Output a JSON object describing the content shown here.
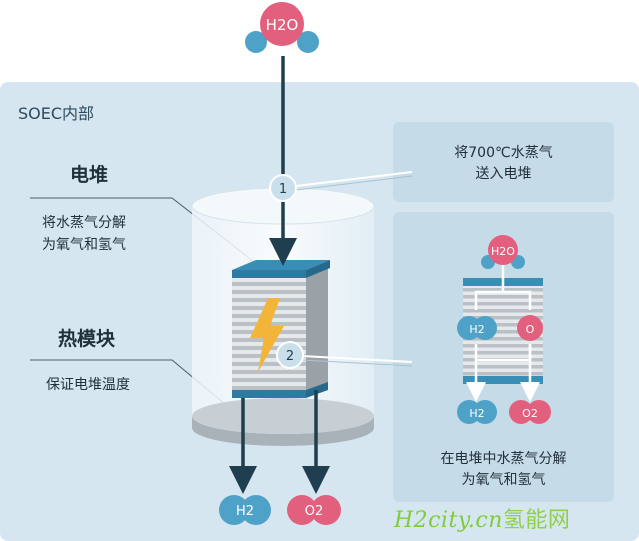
{
  "panel_title": "SOEC内部",
  "stack_section": {
    "title": "电堆",
    "desc_lines": [
      "将水蒸气分解",
      "为氧气和氢气"
    ]
  },
  "heat_section": {
    "title": "热模块",
    "desc": "保证电堆温度"
  },
  "callout_1": {
    "number": "1",
    "lines": [
      "将700℃水蒸气",
      "送入电堆"
    ]
  },
  "callout_2": {
    "number": "2",
    "lines": [
      "在电堆中水蒸气分解",
      "为氧气和氢气"
    ],
    "detail": {
      "input": "H2O",
      "split_left": "H2",
      "split_right": "O",
      "out_left": "H2",
      "out_right": "O2"
    }
  },
  "input_molecule": "H2O",
  "output_molecules": {
    "left": "H2",
    "right": "O2"
  },
  "watermark": {
    "latin": "H2city.cn",
    "cn": "氢能网"
  },
  "colors": {
    "panel_bg": "#d6e6f0",
    "arrow": "#1f3f4f",
    "molecule_red": "#e2607e",
    "molecule_blue": "#4fa2c7",
    "stack_top": "#3a8db5",
    "lightning": "#f2b53a",
    "watermark": "#7fcc3a"
  },
  "icons": [
    "lightning-icon",
    "water-molecule-icon",
    "hydrogen-molecule-icon",
    "oxygen-molecule-icon"
  ]
}
